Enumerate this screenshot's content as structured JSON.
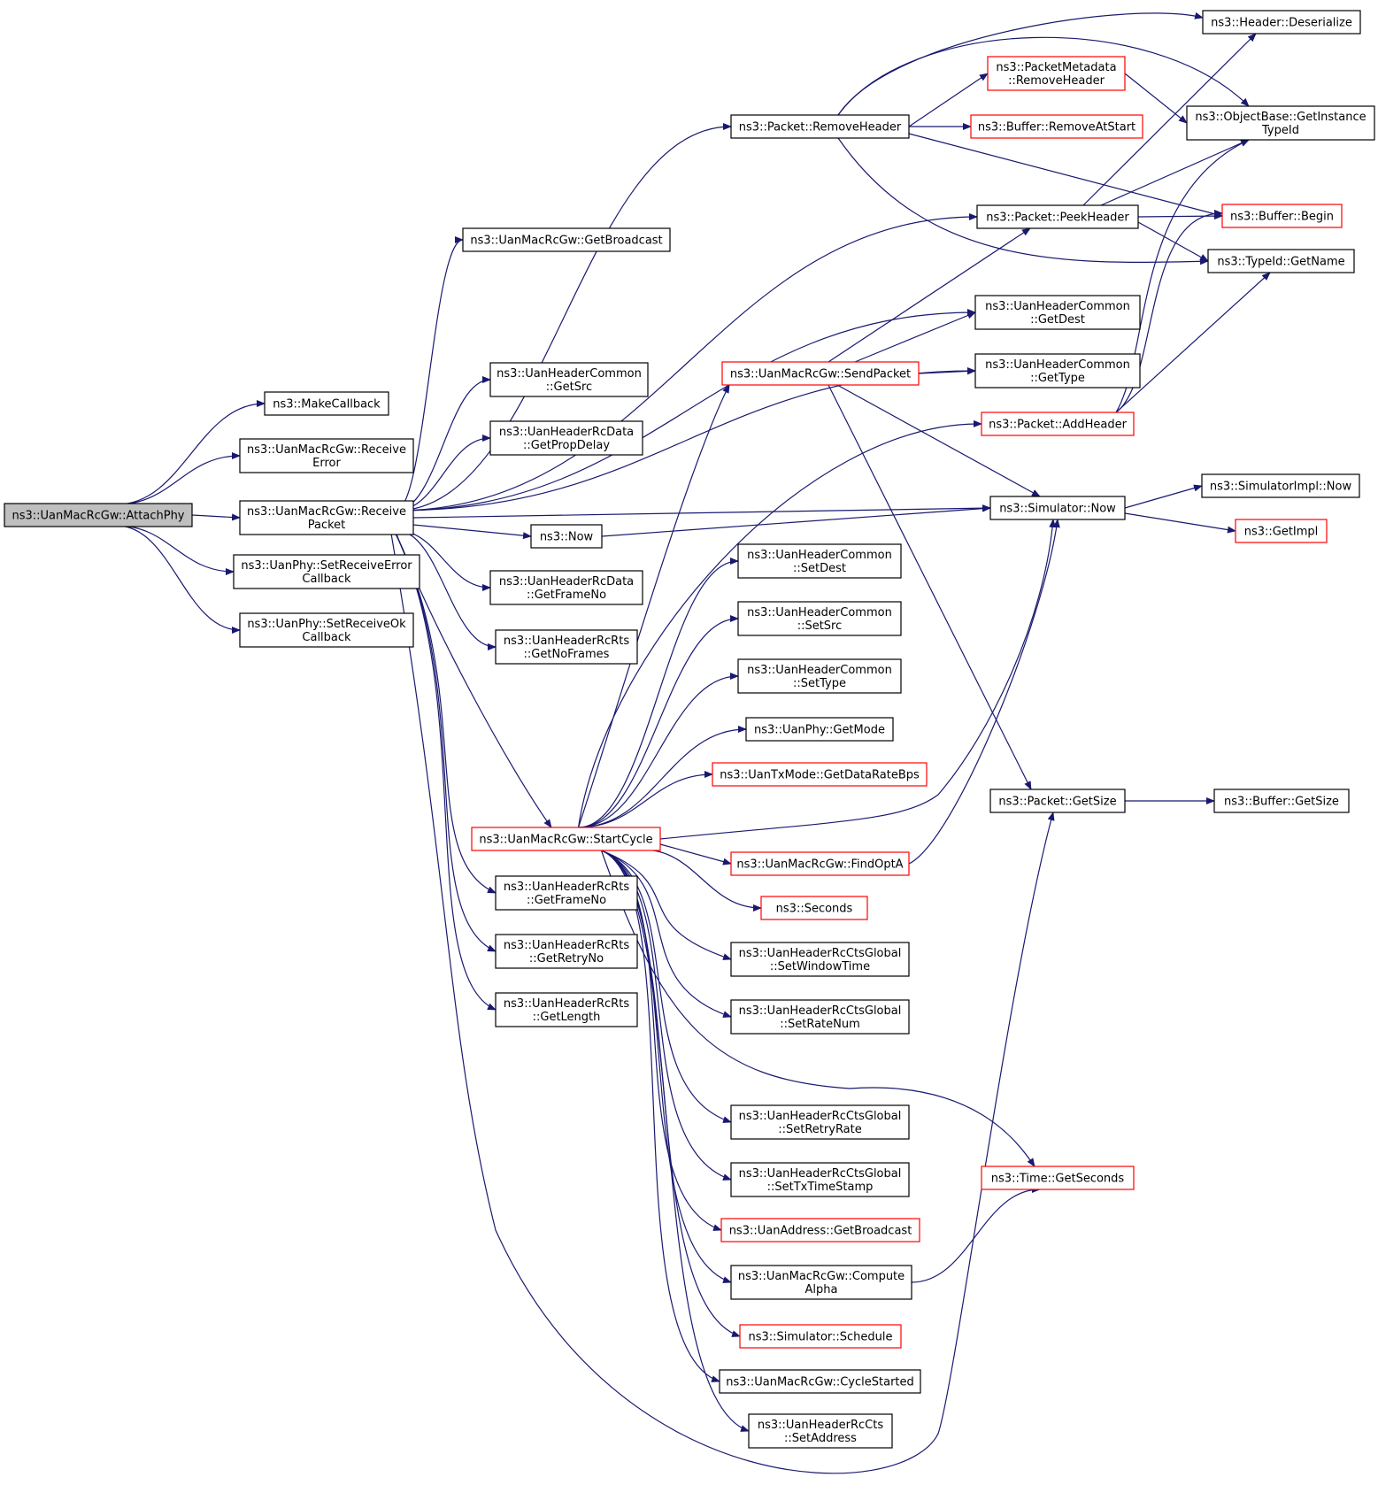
{
  "nodes": [
    {
      "id": "attach",
      "lines": [
        "ns3::UanMacRcGw::AttachPhy"
      ],
      "style": "root"
    },
    {
      "id": "makecb",
      "lines": [
        "ns3::MakeCallback"
      ],
      "style": "black"
    },
    {
      "id": "recverr",
      "lines": [
        "ns3::UanMacRcGw::Receive",
        "Error"
      ],
      "style": "black"
    },
    {
      "id": "recvpkt",
      "lines": [
        "ns3::UanMacRcGw::Receive",
        "Packet"
      ],
      "style": "black"
    },
    {
      "id": "setrecverr",
      "lines": [
        "ns3::UanPhy::SetReceiveError",
        "Callback"
      ],
      "style": "black"
    },
    {
      "id": "setrecvok",
      "lines": [
        "ns3::UanPhy::SetReceiveOk",
        "Callback"
      ],
      "style": "black"
    },
    {
      "id": "getbcast_gw",
      "lines": [
        "ns3::UanMacRcGw::GetBroadcast"
      ],
      "style": "black"
    },
    {
      "id": "hc_getsrc",
      "lines": [
        "ns3::UanHeaderCommon",
        "::GetSrc"
      ],
      "style": "black"
    },
    {
      "id": "rcdata_propdelay",
      "lines": [
        "ns3::UanHeaderRcData",
        "::GetPropDelay"
      ],
      "style": "black"
    },
    {
      "id": "now",
      "lines": [
        "ns3::Now"
      ],
      "style": "black"
    },
    {
      "id": "rcdata_frameno",
      "lines": [
        "ns3::UanHeaderRcData",
        "::GetFrameNo"
      ],
      "style": "black"
    },
    {
      "id": "rcrts_noframes",
      "lines": [
        "ns3::UanHeaderRcRts",
        "::GetNoFrames"
      ],
      "style": "black"
    },
    {
      "id": "startcycle",
      "lines": [
        "ns3::UanMacRcGw::StartCycle"
      ],
      "style": "red"
    },
    {
      "id": "rcrts_frameno",
      "lines": [
        "ns3::UanHeaderRcRts",
        "::GetFrameNo"
      ],
      "style": "black"
    },
    {
      "id": "rcrts_retryno",
      "lines": [
        "ns3::UanHeaderRcRts",
        "::GetRetryNo"
      ],
      "style": "black"
    },
    {
      "id": "rcrts_length",
      "lines": [
        "ns3::UanHeaderRcRts",
        "::GetLength"
      ],
      "style": "black"
    },
    {
      "id": "removeheader",
      "lines": [
        "ns3::Packet::RemoveHeader"
      ],
      "style": "black"
    },
    {
      "id": "sendpacket",
      "lines": [
        "ns3::UanMacRcGw::SendPacket"
      ],
      "style": "red"
    },
    {
      "id": "hc_setdest",
      "lines": [
        "ns3::UanHeaderCommon",
        "::SetDest"
      ],
      "style": "black"
    },
    {
      "id": "hc_setsrc",
      "lines": [
        "ns3::UanHeaderCommon",
        "::SetSrc"
      ],
      "style": "black"
    },
    {
      "id": "hc_settype",
      "lines": [
        "ns3::UanHeaderCommon",
        "::SetType"
      ],
      "style": "black"
    },
    {
      "id": "phy_getmode",
      "lines": [
        "ns3::UanPhy::GetMode"
      ],
      "style": "black"
    },
    {
      "id": "txmode_rate",
      "lines": [
        "ns3::UanTxMode::GetDataRateBps"
      ],
      "style": "red"
    },
    {
      "id": "findopta",
      "lines": [
        "ns3::UanMacRcGw::FindOptA"
      ],
      "style": "red"
    },
    {
      "id": "seconds",
      "lines": [
        "ns3::Seconds"
      ],
      "style": "red"
    },
    {
      "id": "cts_setwindow",
      "lines": [
        "ns3::UanHeaderRcCtsGlobal",
        "::SetWindowTime"
      ],
      "style": "black"
    },
    {
      "id": "cts_setratenum",
      "lines": [
        "ns3::UanHeaderRcCtsGlobal",
        "::SetRateNum"
      ],
      "style": "black"
    },
    {
      "id": "cts_setretry",
      "lines": [
        "ns3::UanHeaderRcCtsGlobal",
        "::SetRetryRate"
      ],
      "style": "black"
    },
    {
      "id": "cts_settxts",
      "lines": [
        "ns3::UanHeaderRcCtsGlobal",
        "::SetTxTimeStamp"
      ],
      "style": "black"
    },
    {
      "id": "addr_bcast",
      "lines": [
        "ns3::UanAddress::GetBroadcast"
      ],
      "style": "red"
    },
    {
      "id": "computealpha",
      "lines": [
        "ns3::UanMacRcGw::Compute",
        "Alpha"
      ],
      "style": "black"
    },
    {
      "id": "schedule",
      "lines": [
        "ns3::Simulator::Schedule"
      ],
      "style": "red"
    },
    {
      "id": "cyclestarted",
      "lines": [
        "ns3::UanMacRcGw::CycleStarted"
      ],
      "style": "black"
    },
    {
      "id": "rccts_setaddr",
      "lines": [
        "ns3::UanHeaderRcCts",
        "::SetAddress"
      ],
      "style": "black"
    },
    {
      "id": "pm_removeheader",
      "lines": [
        "ns3::PacketMetadata",
        "::RemoveHeader"
      ],
      "style": "red"
    },
    {
      "id": "buf_removeatstart",
      "lines": [
        "ns3::Buffer::RemoveAtStart"
      ],
      "style": "red"
    },
    {
      "id": "peekheader",
      "lines": [
        "ns3::Packet::PeekHeader"
      ],
      "style": "black"
    },
    {
      "id": "hc_getdest",
      "lines": [
        "ns3::UanHeaderCommon",
        "::GetDest"
      ],
      "style": "black"
    },
    {
      "id": "hc_gettype",
      "lines": [
        "ns3::UanHeaderCommon",
        "::GetType"
      ],
      "style": "black"
    },
    {
      "id": "addheader",
      "lines": [
        "ns3::Packet::AddHeader"
      ],
      "style": "red"
    },
    {
      "id": "sim_now",
      "lines": [
        "ns3::Simulator::Now"
      ],
      "style": "black"
    },
    {
      "id": "pkt_getsize",
      "lines": [
        "ns3::Packet::GetSize"
      ],
      "style": "black"
    },
    {
      "id": "time_getseconds",
      "lines": [
        "ns3::Time::GetSeconds"
      ],
      "style": "red"
    },
    {
      "id": "hdr_deserialize",
      "lines": [
        "ns3::Header::Deserialize"
      ],
      "style": "black"
    },
    {
      "id": "ob_getinstance",
      "lines": [
        "ns3::ObjectBase::GetInstance",
        "TypeId"
      ],
      "style": "black"
    },
    {
      "id": "buf_begin",
      "lines": [
        "ns3::Buffer::Begin"
      ],
      "style": "red"
    },
    {
      "id": "typeid_getname",
      "lines": [
        "ns3::TypeId::GetName"
      ],
      "style": "black"
    },
    {
      "id": "simimpl_now",
      "lines": [
        "ns3::SimulatorImpl::Now"
      ],
      "style": "black"
    },
    {
      "id": "getimpl",
      "lines": [
        "ns3::GetImpl"
      ],
      "style": "red"
    },
    {
      "id": "buf_getsize",
      "lines": [
        "ns3::Buffer::GetSize"
      ],
      "style": "black"
    }
  ],
  "colors": {
    "edge": "#191970",
    "red_border": "#ff0000",
    "black_border": "#000000",
    "root_fill": "#bfbfbf"
  }
}
